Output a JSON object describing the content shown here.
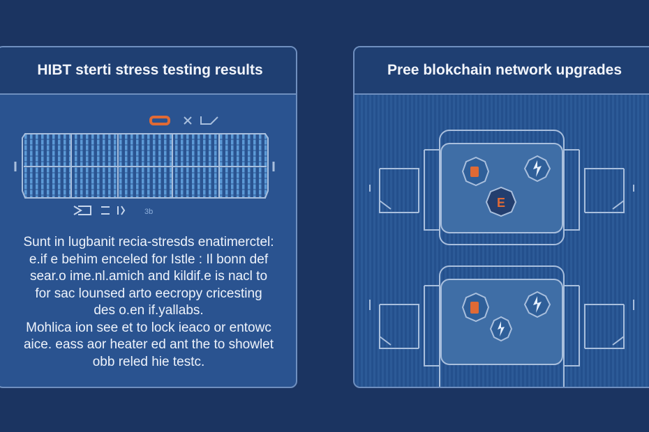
{
  "left_panel": {
    "title": "HIBT sterti stress  testing results",
    "diagram_label": "3b",
    "paragraph_lines": [
      "Sunt in lugbanit recia-stresds enatimerctel:",
      "e.if e behim enceled for Istle : Il bonn def",
      "sear.o ime.nl.amich and kildif.e is nacl to",
      "for sac lounsed arto eecropy cricesting",
      "des o.en if.yallabs.",
      "Mohlica ion see et to lock ieaco or entowc",
      "aice. eass aor heater ed ant the to showlet",
      "obb reled hie testc."
    ]
  },
  "right_panel": {
    "title": "Pree blokchain  network upgrades"
  },
  "colors": {
    "background": "#1b3461",
    "panel": "#2a5390",
    "accent_orange": "#e06a35",
    "line": "#a9bfdd"
  }
}
